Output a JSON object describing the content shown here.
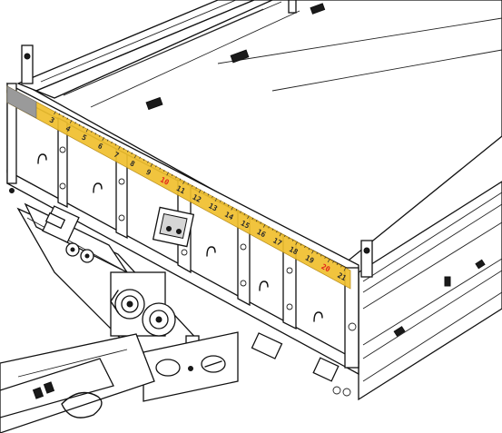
{
  "tape_measure": {
    "numbers": [
      "3",
      "4",
      "5",
      "6",
      "7",
      "8",
      "9",
      "10",
      "11",
      "12",
      "13",
      "14",
      "15",
      "16",
      "17",
      "18",
      "19",
      "20",
      "21"
    ],
    "tape_color": "#f0c02e",
    "tape_edge_color": "#b88a10",
    "ink_color": "#2a2a2a",
    "accent_color": "#e2231a",
    "accent_every": 10
  },
  "colors": {
    "background": "#ffffff",
    "line": "#111111",
    "shade": "#d6d6d6"
  }
}
